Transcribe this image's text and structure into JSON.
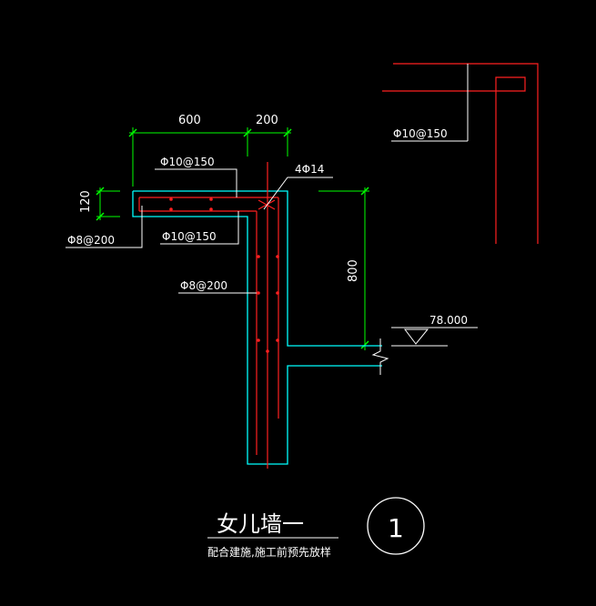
{
  "dimensions": {
    "width_600": "600",
    "width_200": "200",
    "thickness_120": "120",
    "height_800": "800"
  },
  "rebar_labels": {
    "top_slab": "Φ10@150",
    "main_bars": "4Φ14",
    "slab_edge": "Φ8@200",
    "bottom_slab": "Φ10@150",
    "wall_stirrup": "Φ8@200",
    "inset_label": "Φ10@150"
  },
  "elevation": "78.000",
  "detail": {
    "title": "女儿墙一",
    "note": "配合建施,施工前预先放样",
    "number": "1"
  },
  "colors": {
    "concrete_outline": "#00ffff",
    "rebar": "#ff2020",
    "dimension": "#00ff00",
    "leader": "#ffffff",
    "background": "#000000"
  }
}
